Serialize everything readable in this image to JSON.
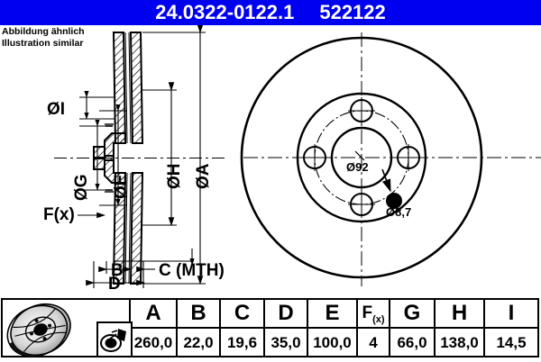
{
  "header": {
    "part_number": "24.0322-0122.1",
    "code": "522122",
    "bg_color": "#0000f0",
    "text_color": "#ffffff"
  },
  "note": {
    "line_de": "Abbildung ähnlich",
    "line_en": "Illustration similar"
  },
  "section_view": {
    "labels": {
      "dia_i": "ØI",
      "dia_g": "ØG",
      "dia_e": "ØE",
      "dia_h": "ØH",
      "dia_a": "ØA",
      "f_x": "F(x)",
      "b": "B",
      "c": "C (MTH)",
      "d": "D"
    }
  },
  "face_view": {
    "center_bore_label": "Ø92",
    "bolt_hole_label": "Ø8,7",
    "bolt_hole_count": 4
  },
  "icons": {
    "disc": "brake-disc-icon",
    "coating": "spray-coating-icon"
  },
  "spec_table": {
    "headers": [
      "A",
      "B",
      "C",
      "D",
      "E",
      "F(x)",
      "G",
      "H",
      "I"
    ],
    "values": [
      "260,0",
      "22,0",
      "19,6",
      "35,0",
      "100,0",
      "4",
      "66,0",
      "138,0",
      "14,5"
    ]
  }
}
